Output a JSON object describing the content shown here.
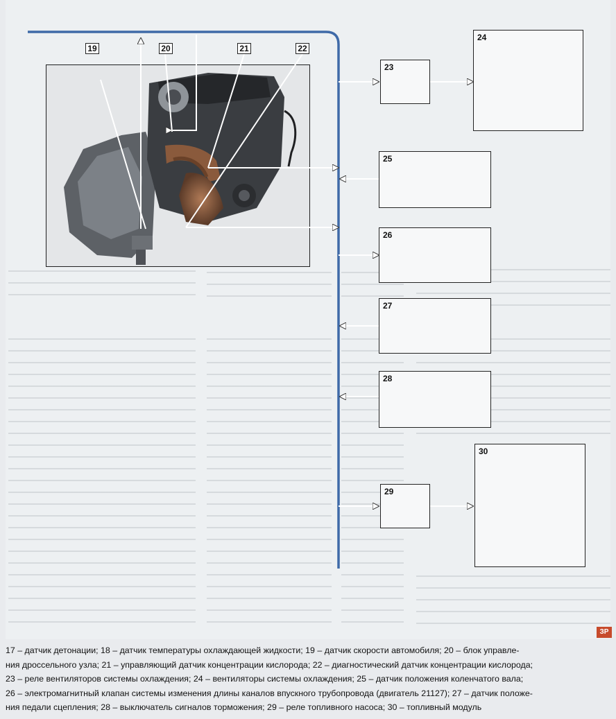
{
  "callouts": {
    "engine": [
      "19",
      "20",
      "21",
      "22"
    ],
    "parts": [
      "23",
      "24",
      "25",
      "26",
      "27",
      "28",
      "29",
      "30"
    ]
  },
  "page_badge": "ЗР",
  "caption": {
    "line1": "17 – датчик детонации; 18 – датчик температуры охлаждающей жидкости; 19 – датчик скорости автомобиля; 20 – блок управле-",
    "line2": "ния дроссельного узла; 21 – управляющий датчик концентрации кислорода; 22 – диагностический датчик концентрации кислорода;",
    "line3": "23 – реле вентиляторов системы охлаждения; 24 – вентиляторы системы охлаждения; 25 – датчик положения коленчатого вала;",
    "line4": "26 – электромагнитный клапан системы изменения длины каналов впускного трубопровода (двигатель 21127); 27 – датчик положе-",
    "line5": "ния педали сцепления; 28 – выключатель сигналов торможения; 29 – реле топливного насоса; 30 – топливный модуль"
  },
  "colors": {
    "bus_line": "#3f6aa8",
    "badge": "#c74b2c"
  }
}
